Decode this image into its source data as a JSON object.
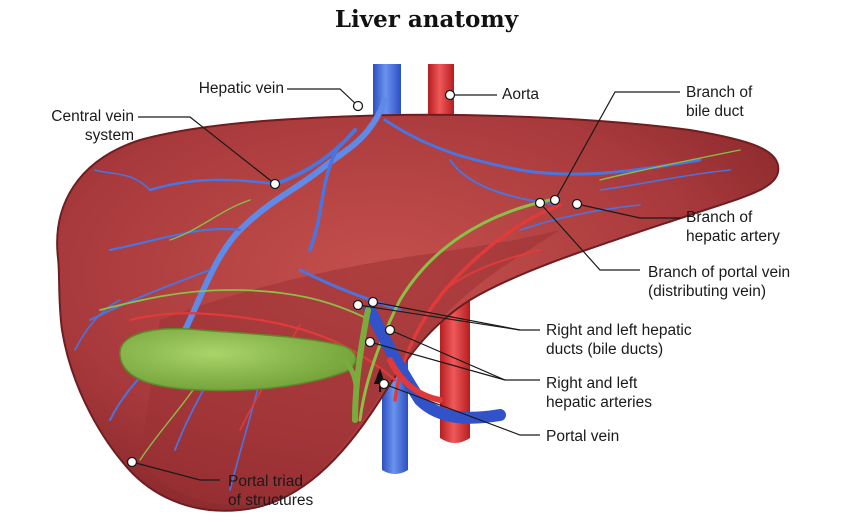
{
  "title": "Liver anatomy",
  "labels": {
    "hepatic_vein": "Hepatic vein",
    "central_vein_line1": "Central vein",
    "central_vein_line2": "system",
    "aorta": "Aorta",
    "bile_duct_branch_line1": "Branch of",
    "bile_duct_branch_line2": "bile duct",
    "hepatic_artery_branch_line1": "Branch of",
    "hepatic_artery_branch_line2": "hepatic artery",
    "portal_vein_branch_line1": "Branch of portal vein",
    "portal_vein_branch_line2": "(distributing vein)",
    "hepatic_ducts_line1": "Right and left hepatic",
    "hepatic_ducts_line2": "ducts (bile ducts)",
    "hepatic_arteries_line1": "Right and left",
    "hepatic_arteries_line2": "hepatic arteries",
    "portal_vein": "Portal vein",
    "portal_triad_line1": "Portal triad",
    "portal_triad_line2": "of structures"
  },
  "colors": {
    "liver": "#a8393c",
    "liver_dark": "#7e2326",
    "liver_light": "#c95a55",
    "vein_blue": "#3b62d6",
    "vein_light": "#7aa6ee",
    "artery_red": "#d8282b",
    "bile_green": "#7fb043",
    "gallbladder": "#86b548"
  }
}
